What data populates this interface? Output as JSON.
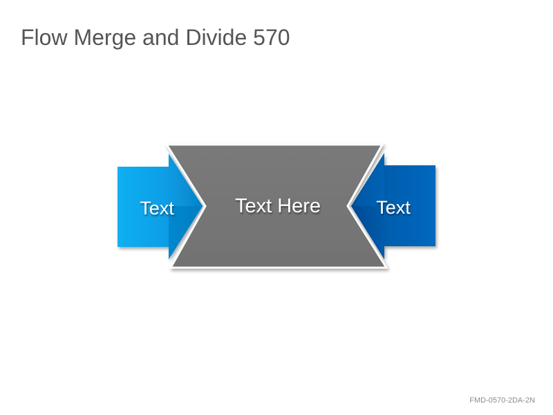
{
  "slide": {
    "title": "Flow Merge and Divide 570",
    "footer_code": "FMD-0570-2DA-2N"
  },
  "diagram": {
    "center": {
      "label": "Text Here",
      "color": "#767676"
    },
    "left_arrow": {
      "label": "Text",
      "color": "#0b9de5"
    },
    "right_arrow": {
      "label": "Text",
      "color": "#0561b3"
    }
  }
}
